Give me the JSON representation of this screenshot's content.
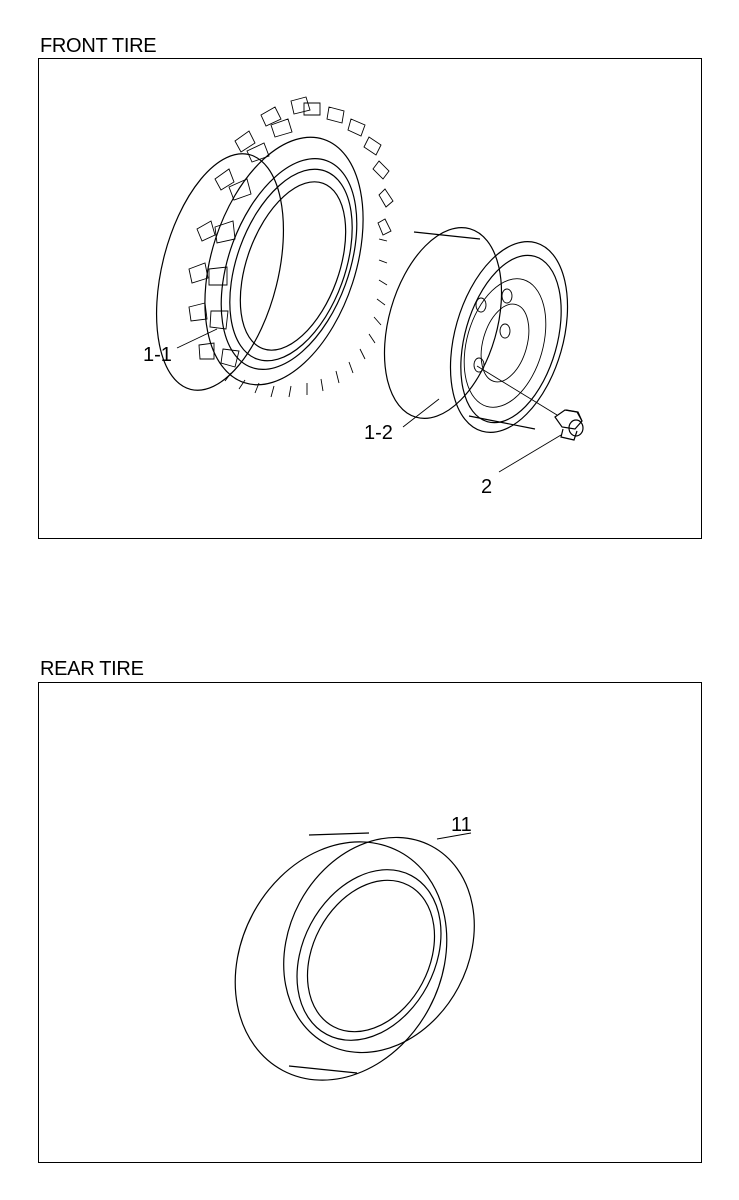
{
  "front": {
    "title": "FRONT TIRE",
    "labels": {
      "tire": "1-1",
      "rim": "1-2",
      "nut": "2"
    }
  },
  "rear": {
    "title": "REAR TIRE",
    "labels": {
      "tire": "11"
    }
  },
  "colors": {
    "line": "#000000",
    "background": "#ffffff"
  }
}
